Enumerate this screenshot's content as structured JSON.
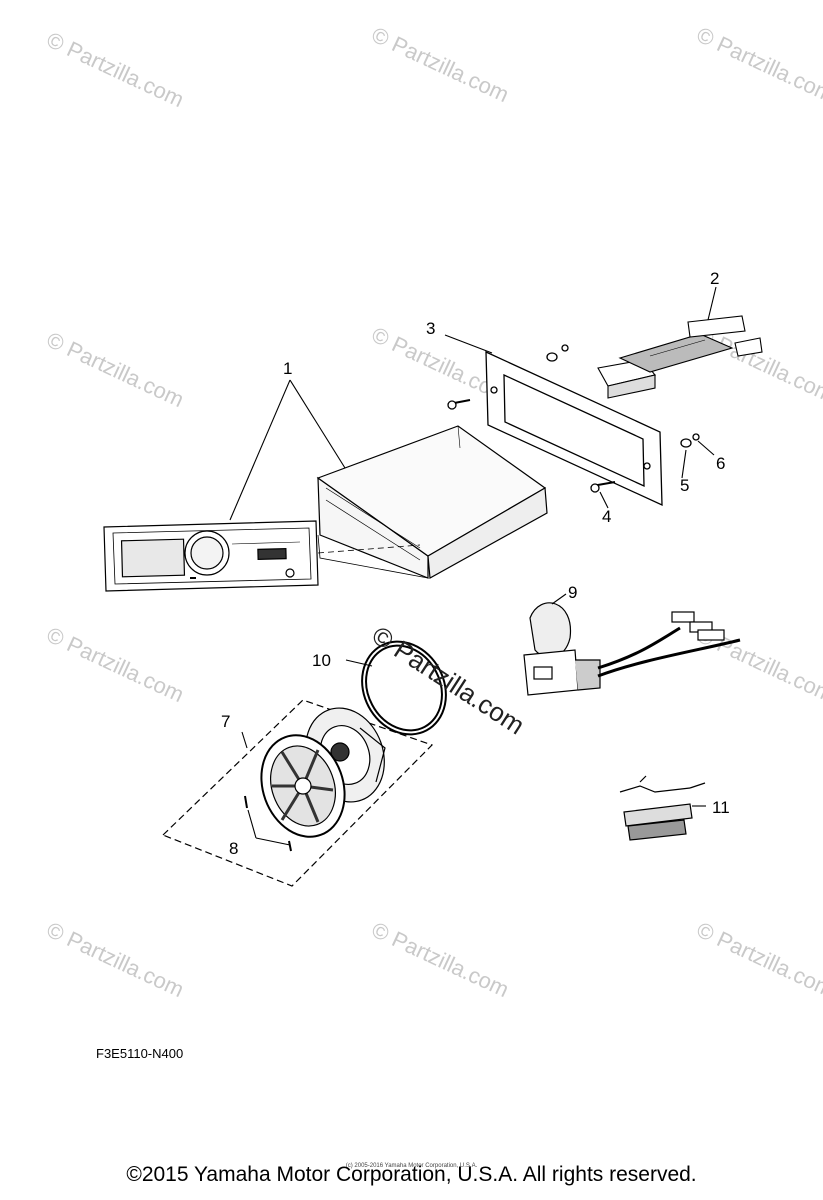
{
  "watermark": {
    "text": "© Partzilla.com",
    "center_text": "© Partzilla.com"
  },
  "callouts": {
    "c1": "1",
    "c2": "2",
    "c3": "3",
    "c4": "4",
    "c5": "5",
    "c6": "6",
    "c7": "7",
    "c8": "8",
    "c9": "9",
    "c10": "10",
    "c11": "11"
  },
  "diagram_code": "F3E5110-N400",
  "footer": {
    "copyright": "©2015 Yamaha Motor Corporation, U.S.A. All rights reserved.",
    "small_copyright": "(c) 2005-2016 Yamaha Motor Corporation, U.S.A."
  }
}
